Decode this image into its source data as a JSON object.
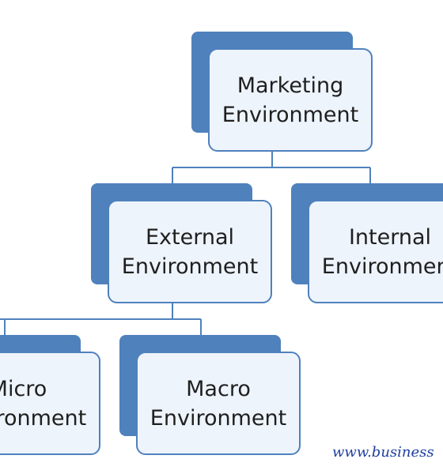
{
  "nodes": {
    "marketing": {
      "line1": "Marketing",
      "line2": "Environment"
    },
    "external": {
      "line1": "External",
      "line2": "Environment"
    },
    "internal": {
      "line1": "Internal",
      "line2": "Environment"
    },
    "micro": {
      "line1": "Micro",
      "line2": "Environment"
    },
    "macro": {
      "line1": "Macro",
      "line2": "Environment"
    }
  },
  "watermark": "www.business",
  "colors": {
    "accent": "#4f81bd",
    "box_fill": "#eef4fc",
    "text": "#1f1f1f",
    "watermark": "#1f3f9f"
  }
}
